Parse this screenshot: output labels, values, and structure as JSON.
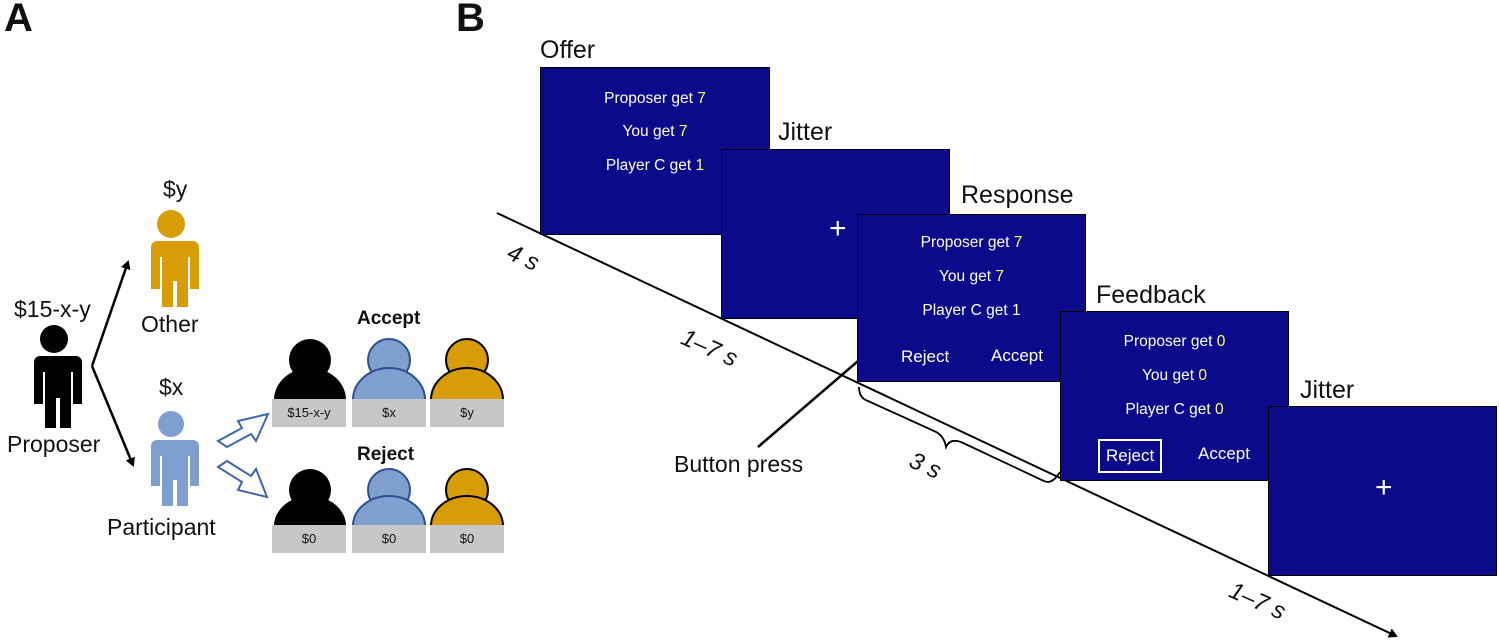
{
  "panel_a": {
    "letter": "A",
    "proposer_amount": "$15-x-y",
    "proposer_label": "Proposer",
    "other_amount": "$y",
    "other_label": "Other",
    "participant_amount": "$x",
    "participant_label": "Participant",
    "accept_label": "Accept",
    "reject_label": "Reject",
    "accept_tags": [
      "$15-x-y",
      "$x",
      "$y"
    ],
    "reject_tags": [
      "$0",
      "$0",
      "$0"
    ],
    "colors": {
      "proposer": "#000000",
      "other": "#d89c06",
      "participant": "#7f9fcf",
      "tag": "#c7c7c7"
    }
  },
  "panel_b": {
    "letter": "B",
    "screen_color": "#0a0a8a",
    "offer": {
      "title": "Offer",
      "line1": "Proposer get ",
      "v1": "7",
      "line2": "You get ",
      "v2": "7",
      "line3": "Player C get ",
      "v3": "1"
    },
    "jitter1": {
      "title": "Jitter",
      "symbol": "+"
    },
    "response": {
      "title": "Response",
      "line1": "Proposer get ",
      "v1": "7",
      "line2": "You get ",
      "v2": "7",
      "line3": "Player C get 1",
      "reject": "Reject",
      "accept": "Accept"
    },
    "feedback": {
      "title": "Feedback",
      "line1": "Proposer get ",
      "v1": "0",
      "line2": "You get ",
      "v2": "0",
      "line3": "Player C get ",
      "v3": "0",
      "reject": "Reject",
      "accept": "Accept"
    },
    "jitter2": {
      "title": "Jitter",
      "symbol": "+"
    },
    "button_press": "Button press",
    "times": {
      "offer": "4 s",
      "jitter1": "1–7 s",
      "response": "3 s",
      "jitter2": "1–7 s"
    }
  }
}
